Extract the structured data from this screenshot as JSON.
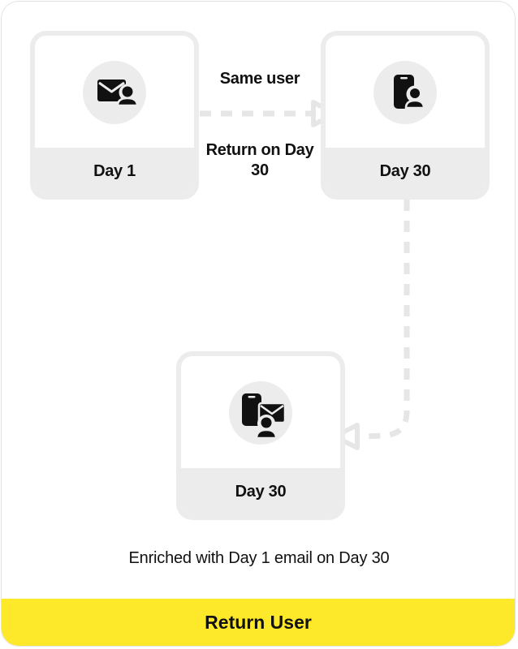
{
  "nodes": [
    {
      "id": "day1",
      "label": "Day 1",
      "icon": "envelope-user-icon"
    },
    {
      "id": "day30-top",
      "label": "Day 30",
      "icon": "phone-user-icon"
    },
    {
      "id": "day30-bottom",
      "label": "Day 30",
      "icon": "phone-envelope-user-icon"
    }
  ],
  "edges": [
    {
      "from": "day1",
      "to": "day30-top",
      "label_above": "Same user",
      "label_below": "Return on Day 30",
      "style": "dashed"
    },
    {
      "from": "day30-top",
      "to": "day30-bottom",
      "style": "dashed"
    }
  ],
  "caption": "Enriched with Day 1 email on Day 30",
  "footer": "Return User",
  "colors": {
    "accent": "#fde82a",
    "card_border": "#ececec",
    "connector": "#e6e6e6",
    "text": "#111111"
  }
}
